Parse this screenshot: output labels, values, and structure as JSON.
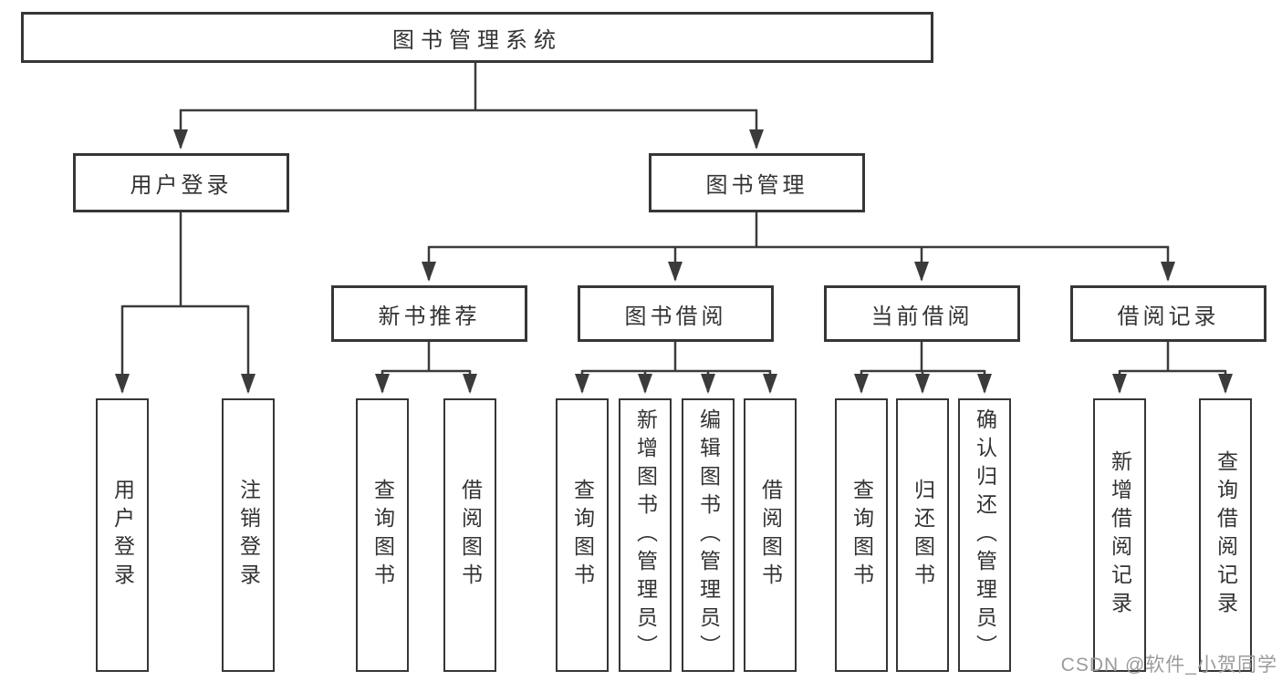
{
  "title": "图书管理系统",
  "colors": {
    "line": "#3b3b3b",
    "box_border": "#363636",
    "text": "#333333",
    "background": "#ffffff",
    "watermark": "#9b9b9b"
  },
  "watermark": {
    "text": "CSDN @软件_小贺同学"
  },
  "tree": {
    "root": {
      "label": "图书管理系统",
      "children": [
        {
          "label": "用户登录",
          "children": [
            {
              "label": "用户登录"
            },
            {
              "label": "注销登录"
            }
          ]
        },
        {
          "label": "图书管理",
          "children": [
            {
              "label": "新书推荐",
              "children": [
                {
                  "label": "查询图书"
                },
                {
                  "label": "借阅图书"
                }
              ]
            },
            {
              "label": "图书借阅",
              "children": [
                {
                  "label": "查询图书"
                },
                {
                  "label": "新增图书（管理员）"
                },
                {
                  "label": "编辑图书（管理员）"
                },
                {
                  "label": "借阅图书"
                }
              ]
            },
            {
              "label": "当前借阅",
              "children": [
                {
                  "label": "查询图书"
                },
                {
                  "label": "归还图书"
                },
                {
                  "label": "确认归还（管理员）"
                }
              ]
            },
            {
              "label": "借阅记录",
              "children": [
                {
                  "label": "新增借阅记录"
                },
                {
                  "label": "查询借阅记录"
                }
              ]
            }
          ]
        }
      ]
    }
  }
}
